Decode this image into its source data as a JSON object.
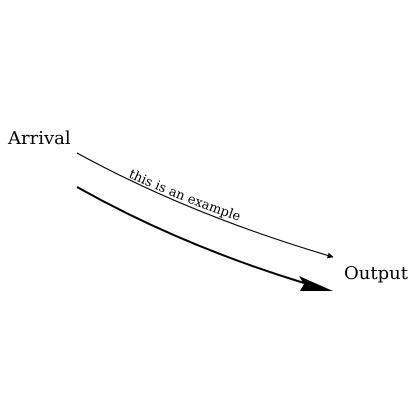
{
  "nodes": {
    "source": {
      "label": "Arrival"
    },
    "target": {
      "label": "Output"
    }
  },
  "edges": {
    "upper": {
      "label": "this is an example"
    }
  },
  "colors": {
    "stroke": "#000000",
    "background": "#ffffff"
  }
}
